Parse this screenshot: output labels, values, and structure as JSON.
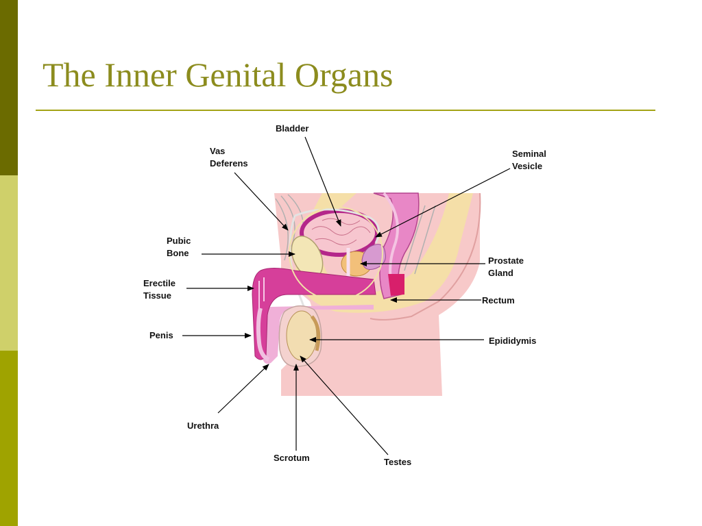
{
  "slide": {
    "title": "The Inner Genital Organs"
  },
  "theme": {
    "title_color": "#8c8c1e",
    "rule_color": "#a3a314",
    "sidebar_top": "#6b6b00",
    "sidebar_mid": "#cfd06a",
    "sidebar_bottom": "#9fa300"
  },
  "labels": {
    "bladder": "Bladder",
    "vas_deferens_1": "Vas",
    "vas_deferens_2": "Deferens",
    "seminal_vesicle_1": "Seminal",
    "seminal_vesicle_2": "Vesicle",
    "pubic_bone_1": "Pubic",
    "pubic_bone_2": "Bone",
    "prostate_gland_1": "Prostate",
    "prostate_gland_2": "Gland",
    "erectile_tissue_1": "Erectile",
    "erectile_tissue_2": "Tissue",
    "rectum": "Rectum",
    "penis": "Penis",
    "epididymis": "Epididymis",
    "urethra": "Urethra",
    "scrotum": "Scrotum",
    "testes": "Testes"
  }
}
